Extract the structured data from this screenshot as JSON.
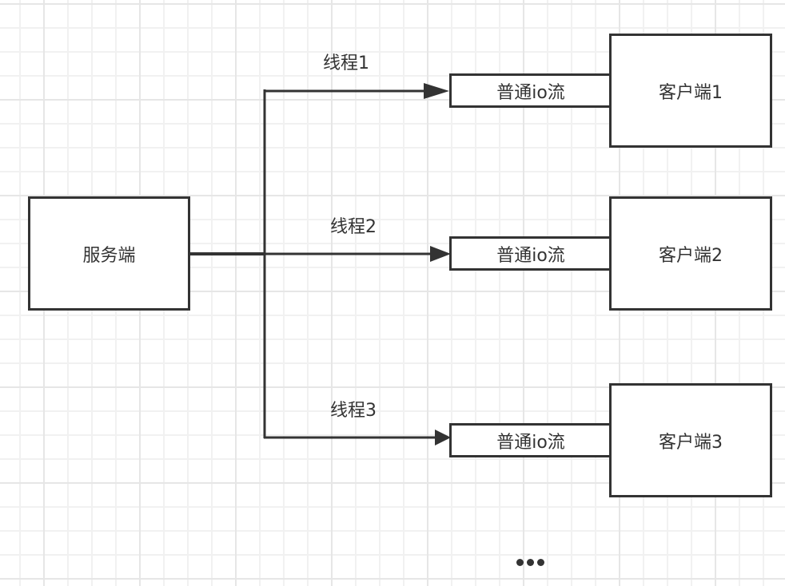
{
  "diagram": {
    "server": {
      "label": "服务端"
    },
    "threads": [
      {
        "label": "线程1",
        "stream_label": "普通io流",
        "client_label": "客户端1"
      },
      {
        "label": "线程2",
        "stream_label": "普通io流",
        "client_label": "客户端2"
      },
      {
        "label": "线程3",
        "stream_label": "普通io流",
        "client_label": "客户端3"
      }
    ],
    "ellipsis": "more-clients-ellipsis",
    "colors": {
      "stroke": "#333333",
      "grid_minor": "#f1f1f1",
      "grid_major": "#e6e6e6",
      "background": "#ffffff"
    }
  }
}
